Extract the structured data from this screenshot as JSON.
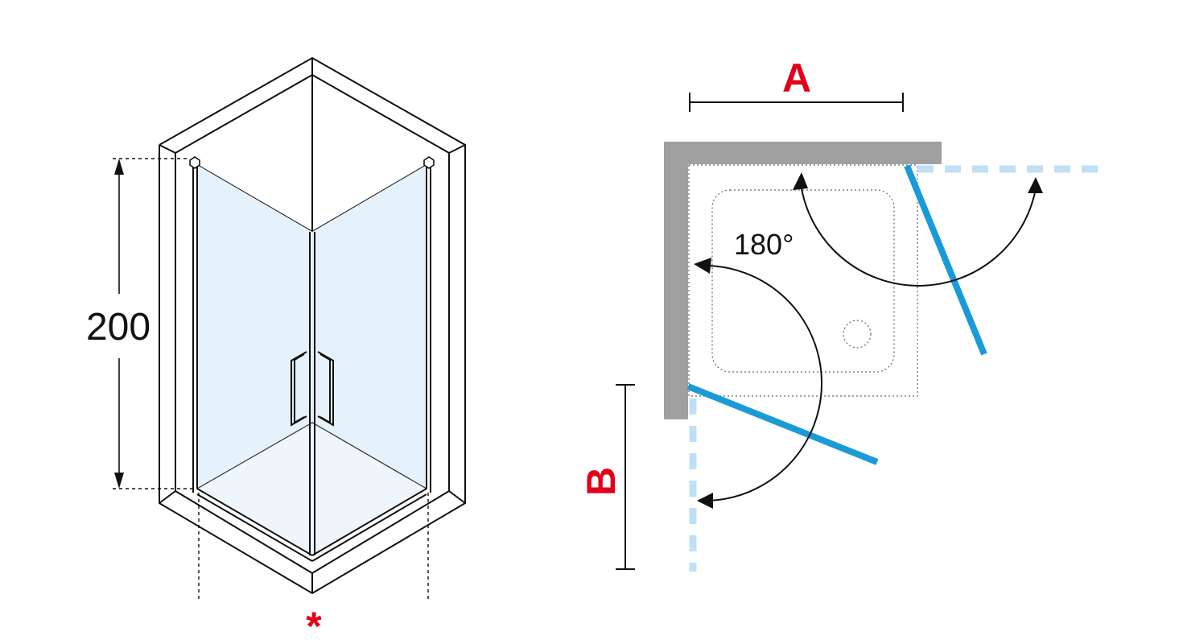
{
  "left_view": {
    "height_value": "200",
    "marker": "*"
  },
  "right_view": {
    "width_label": "A",
    "depth_label": "B",
    "angle_label": "180°"
  },
  "colors": {
    "glass_fill": "#e6f2fb",
    "door_blue": "#1a9ad9",
    "door_open_dashed": "#bfe0f5",
    "wall_gray": "#a0a0a0",
    "label_red": "#e2001a",
    "line": "#111111"
  }
}
